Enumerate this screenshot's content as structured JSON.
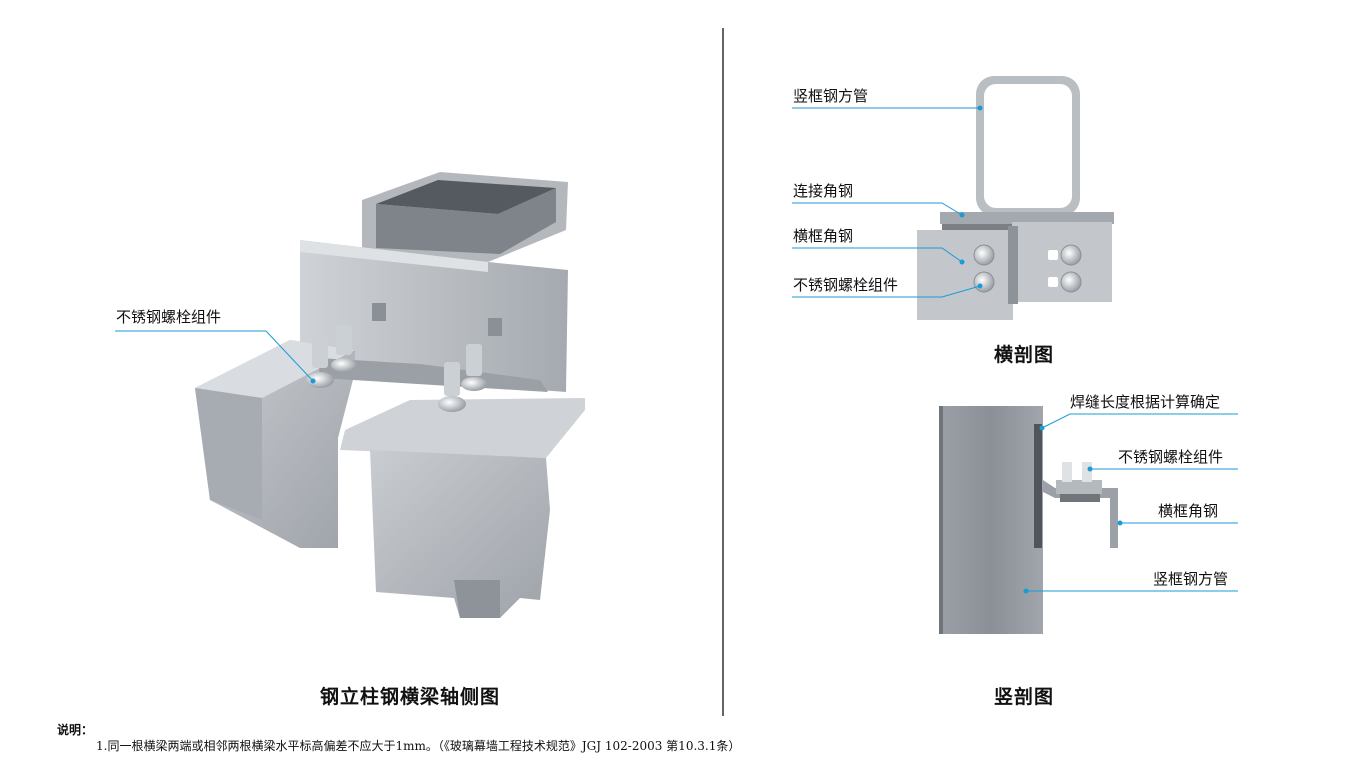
{
  "left_panel": {
    "caption": "钢立柱钢横梁轴侧图",
    "callout_bolt": "不锈钢螺栓组件"
  },
  "cross_section": {
    "caption": "横剖图",
    "callouts": [
      "竖框钢方管",
      "连接角钢",
      "横框角钢",
      "不锈钢螺栓组件"
    ]
  },
  "vertical_section": {
    "caption": "竖剖图",
    "callouts": [
      "焊缝长度根据计算确定",
      "不锈钢螺栓组件",
      "横框角钢",
      "竖框钢方管"
    ]
  },
  "notes": {
    "title": "说明：",
    "items": [
      "1.同一根横梁两端或相邻两根横梁水平标高偏差不应大于1mm。（《玻璃幕墙工程技术规范》JGJ 102-2003 第10.3.1条）"
    ]
  },
  "colors": {
    "leader": "#1a9bd7",
    "steel_light": "#c9cdd2",
    "steel_mid": "#a9aeb4",
    "steel_dark": "#8a9096",
    "divider": "#666666"
  }
}
